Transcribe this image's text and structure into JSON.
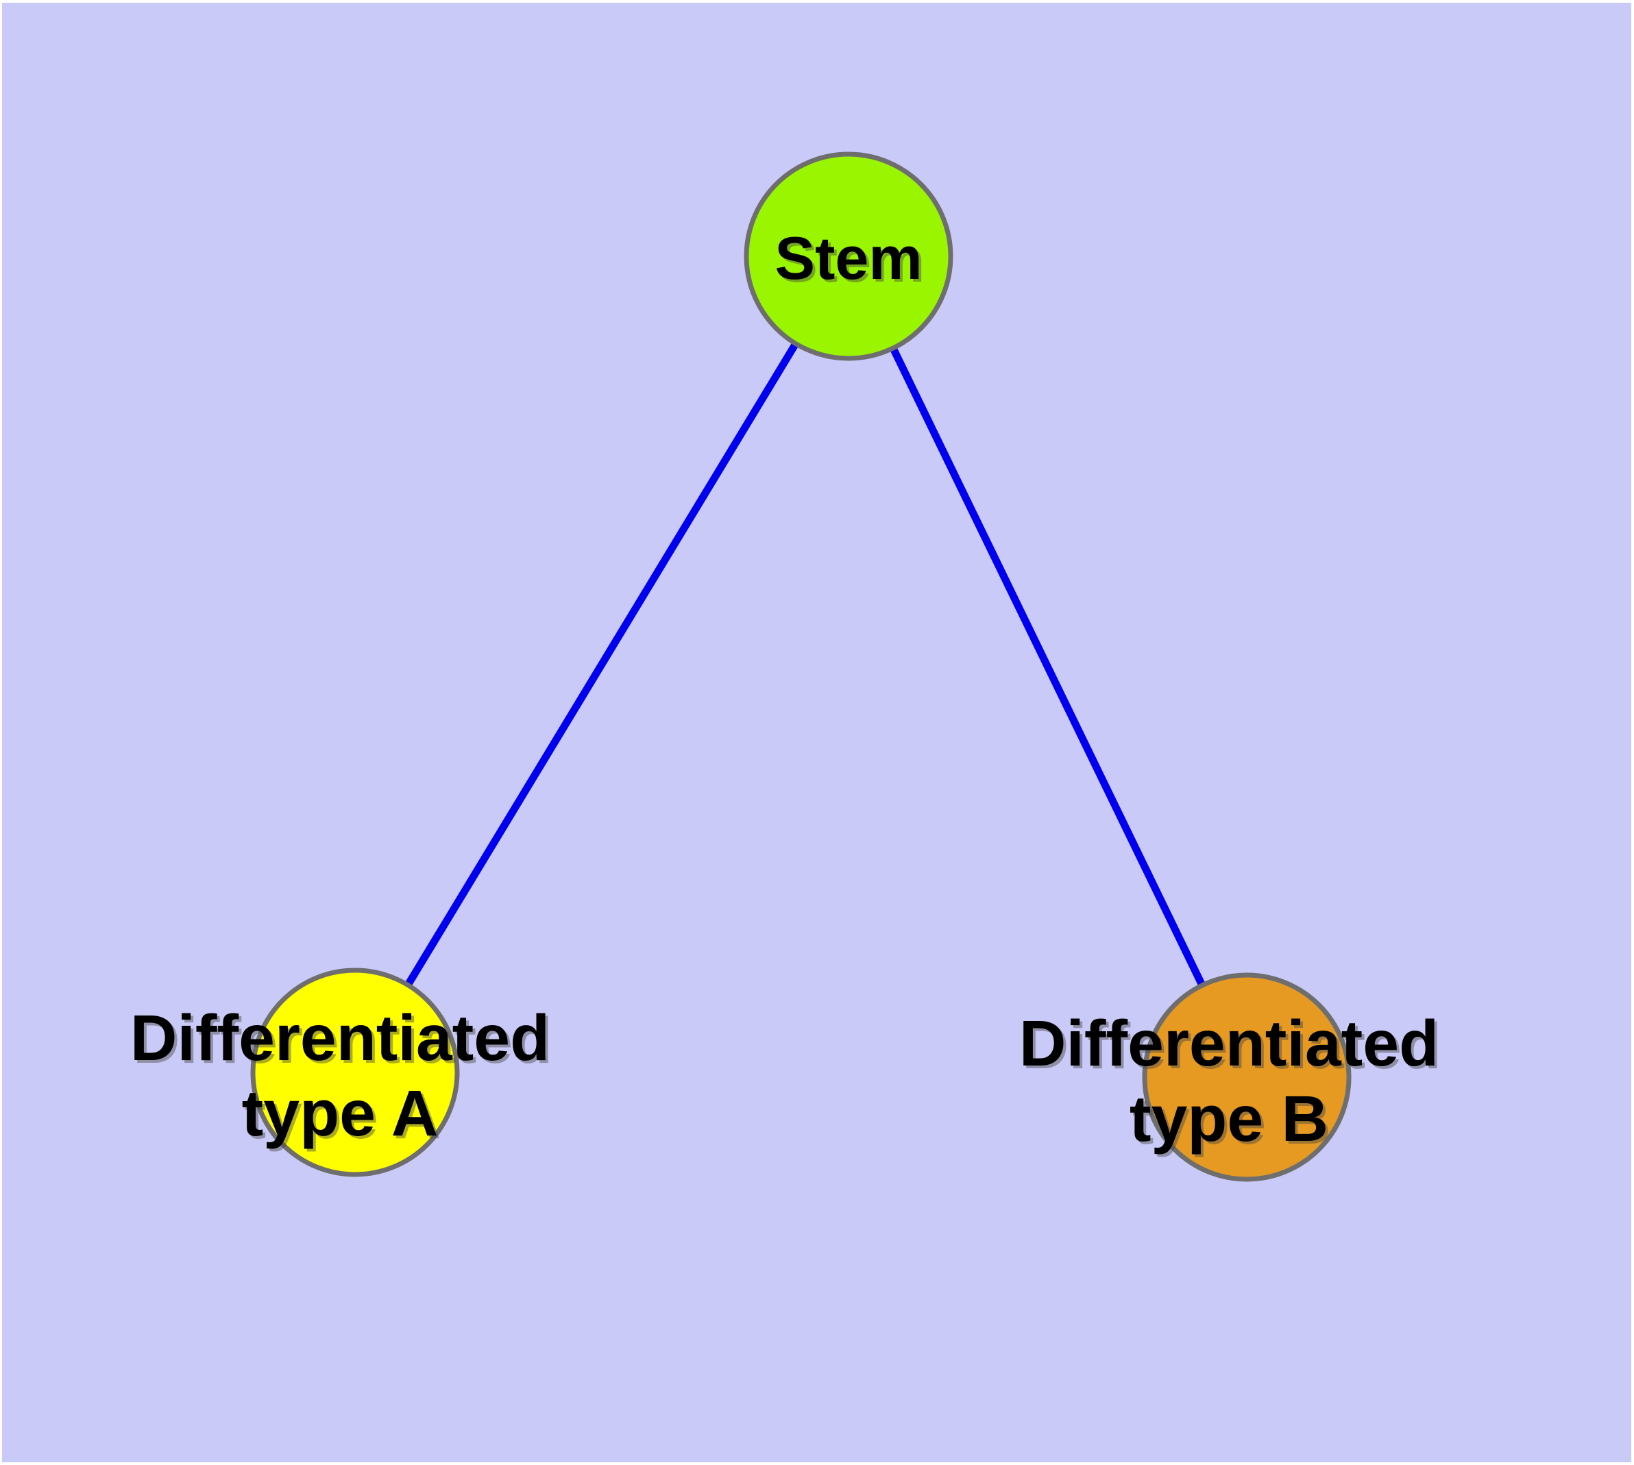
{
  "diagram": {
    "type": "node-link-graph",
    "background_color": "#ffffff",
    "canvas_color": "#cacaf8",
    "edge_color": "#0000ee",
    "node_border_color": "#6e6e6e",
    "label_color": "#000000",
    "nodes": [
      {
        "id": "stem",
        "label": "Stem",
        "fill": "#9af500"
      },
      {
        "id": "differentiated-type-a",
        "label_line1": "Differentiated",
        "label_line2": "type A",
        "fill": "#ffff00"
      },
      {
        "id": "differentiated-type-b",
        "label_line1": "Differentiated",
        "label_line2": "type B",
        "fill": "#e69a21"
      }
    ],
    "edges": [
      {
        "from": "Stem",
        "to": "Differentiated type A"
      },
      {
        "from": "Stem",
        "to": "Differentiated type B"
      }
    ]
  }
}
